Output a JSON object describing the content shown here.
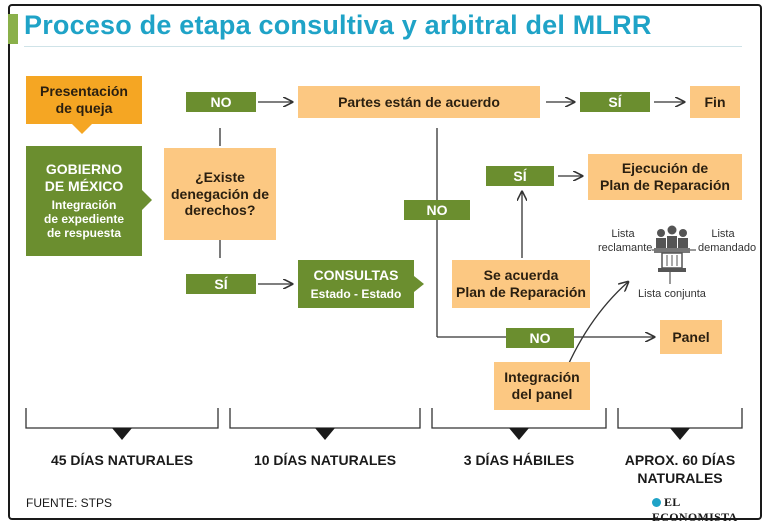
{
  "title": "Proceso de etapa consultiva y arbitral del MLRR",
  "nodes": {
    "presentacion": "Presentación\nde queja",
    "gobierno_title": "GOBIERNO\nDE MÉXICO",
    "gobierno_sub": "Integración\nde expediente\nde respuesta",
    "existe": "¿Existe\ndenegación de\nderechos?",
    "no_top": "NO",
    "si_left": "SÍ",
    "partes": "Partes están de acuerdo",
    "si_fin": "SÍ",
    "fin": "Fin",
    "consultas_title": "CONSULTAS",
    "consultas_sub": "Estado - Estado",
    "no_mid": "NO",
    "si_ejec": "SÍ",
    "ejecucion": "Ejecución de\nPlan de Reparación",
    "acuerda": "Se acuerda\nPlan de Reparación",
    "no_panel": "NO",
    "panel": "Panel",
    "integracion": "Integración\ndel panel"
  },
  "panel_lists": {
    "reclamante": "Lista\nreclamante",
    "demandado": "Lista\ndemandado",
    "conjunta": "Lista conjunta"
  },
  "phases": [
    "45 DÍAS NATURALES",
    "10 DÍAS NATURALES",
    "3 DÍAS HÁBILES",
    "APROX. 60 DÍAS\nNATURALES"
  ],
  "source": "FUENTE: STPS",
  "brand": "EL ECONOMISTA",
  "colors": {
    "title": "#1fa3c7",
    "peach": "#fcc882",
    "orange": "#f5a623",
    "green": "#6b8e2f"
  },
  "icons": [
    "podium-panel-icon"
  ]
}
